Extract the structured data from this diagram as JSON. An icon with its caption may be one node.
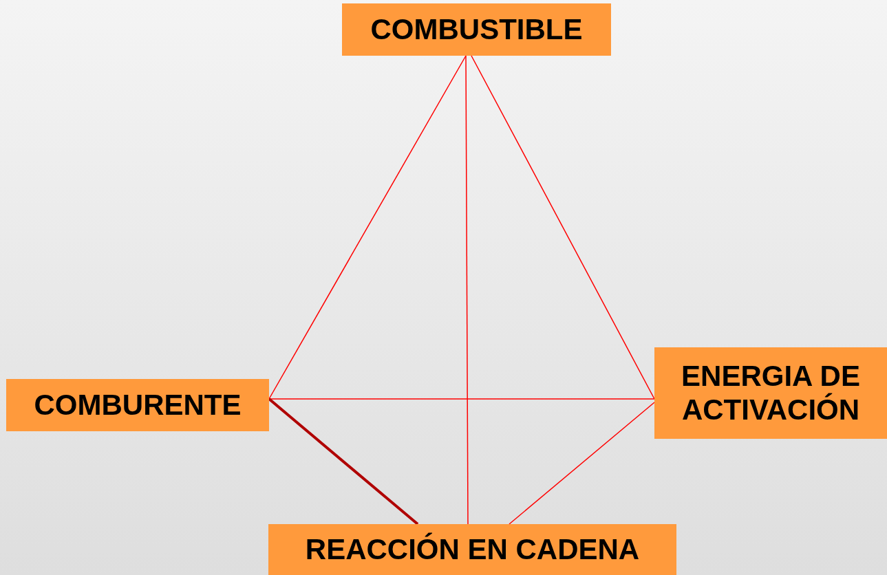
{
  "diagram": {
    "nodes": [
      {
        "text": [
          "COMBUSTIBLE"
        ]
      },
      {
        "text": [
          "COMBURENTE"
        ]
      },
      {
        "text": [
          "ENERGIA DE ACTIVACIÓN"
        ]
      },
      {
        "text": [
          "REACCIÓN EN CADENA"
        ]
      }
    ],
    "edges": [
      {
        "from": 0,
        "to": 1,
        "arrow": "none"
      },
      {
        "from": 0,
        "to": 2,
        "arrow": "none"
      },
      {
        "from": 0,
        "to": 3,
        "arrow": "none"
      },
      {
        "from": 1,
        "to": 2,
        "arrow": "none"
      },
      {
        "from": 1,
        "to": 3,
        "arrow": "none",
        "style": "thick",
        "color": "#b00000"
      },
      {
        "from": 2,
        "to": 3,
        "arrow": "none"
      }
    ]
  }
}
